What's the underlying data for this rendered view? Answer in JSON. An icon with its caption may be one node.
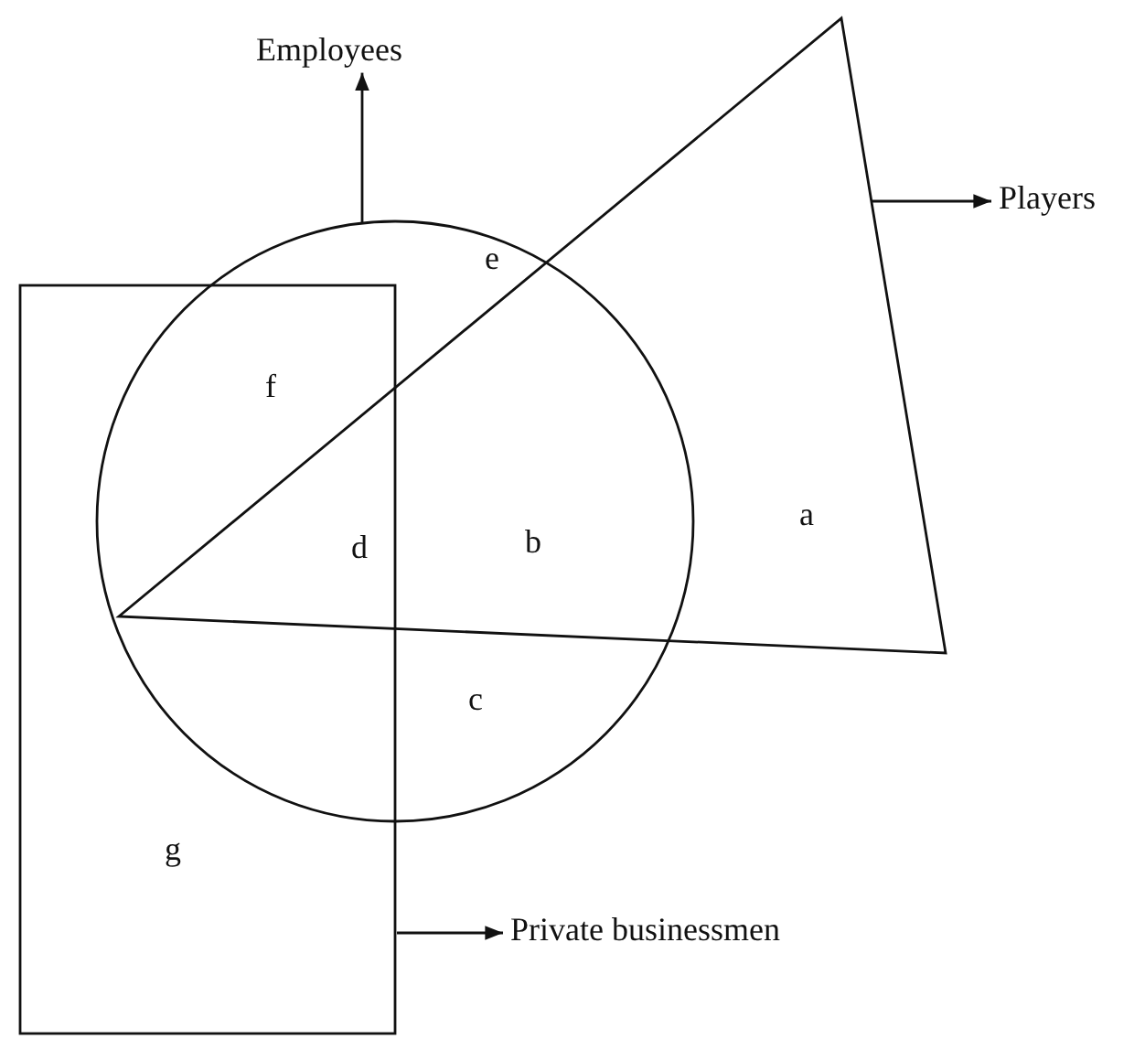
{
  "diagram": {
    "nodes": [
      {
        "text": [
          "Employees"
        ]
      },
      {
        "text": [
          "Players"
        ]
      },
      {
        "text": [
          "Private businessmen"
        ]
      },
      {
        "text": [],
        "shape": "circle"
      },
      {
        "text": [],
        "shape": "triangle"
      },
      {
        "text": [],
        "shape": "box"
      }
    ],
    "edges": [
      {
        "from": 3,
        "to": 0,
        "arrow": "to"
      },
      {
        "from": 4,
        "to": 1,
        "arrow": "to"
      },
      {
        "from": 5,
        "to": 2,
        "arrow": "to"
      }
    ],
    "labels": [
      "e",
      "f",
      "d",
      "b",
      "a",
      "c",
      "g"
    ]
  }
}
